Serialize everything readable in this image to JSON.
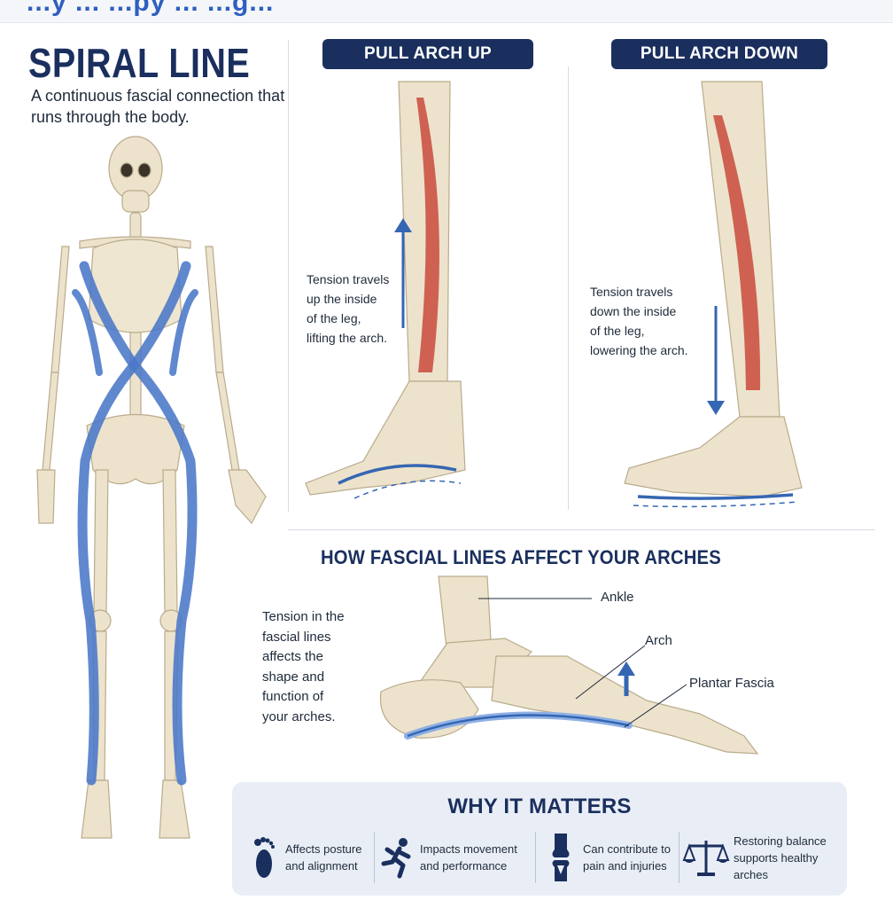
{
  "header_strip": {
    "text": "...y ... ...py ... ...g..."
  },
  "spiral": {
    "title": "SPIRAL LINE",
    "subtitle": "A continuous fascial connection that runs through the body."
  },
  "pull_up": {
    "label": "PULL ARCH UP",
    "caption_lines": [
      "Tension travels",
      "up the inside",
      "of the leg,",
      "lifting the arch."
    ]
  },
  "pull_down": {
    "label": "PULL ARCH DOWN",
    "caption_lines": [
      "Tension travels",
      "down the inside",
      "of the leg,",
      "lowering the arch."
    ]
  },
  "fascial": {
    "title": "HOW FASCIAL LINES AFFECT YOUR ARCHES",
    "description_lines": [
      "Tension in the",
      "fascial lines",
      "affects the",
      "shape and",
      "function of",
      "your arches."
    ],
    "labels": {
      "ankle": "Ankle",
      "arch": "Arch",
      "plantar": "Plantar Fascia"
    }
  },
  "why": {
    "title": "WHY IT MATTERS",
    "items": [
      {
        "icon": "footprint-icon",
        "lines": [
          "Affects posture",
          "and alignment"
        ]
      },
      {
        "icon": "runner-icon",
        "lines": [
          "Impacts movement",
          "and performance"
        ]
      },
      {
        "icon": "knee-joint-icon",
        "lines": [
          "Can contribute to",
          "pain and injuries"
        ]
      },
      {
        "icon": "balance-scale-icon",
        "lines": [
          "Restoring balance",
          "supports healthy",
          "arches"
        ]
      }
    ]
  },
  "colors": {
    "navy": "#1a2f5e",
    "fascia_blue": "#4a78c8",
    "arrow_blue": "#3566b3",
    "bone": "#ede3cc",
    "muscle": "#c94a3c",
    "panel_bg": "#e9eef6"
  }
}
